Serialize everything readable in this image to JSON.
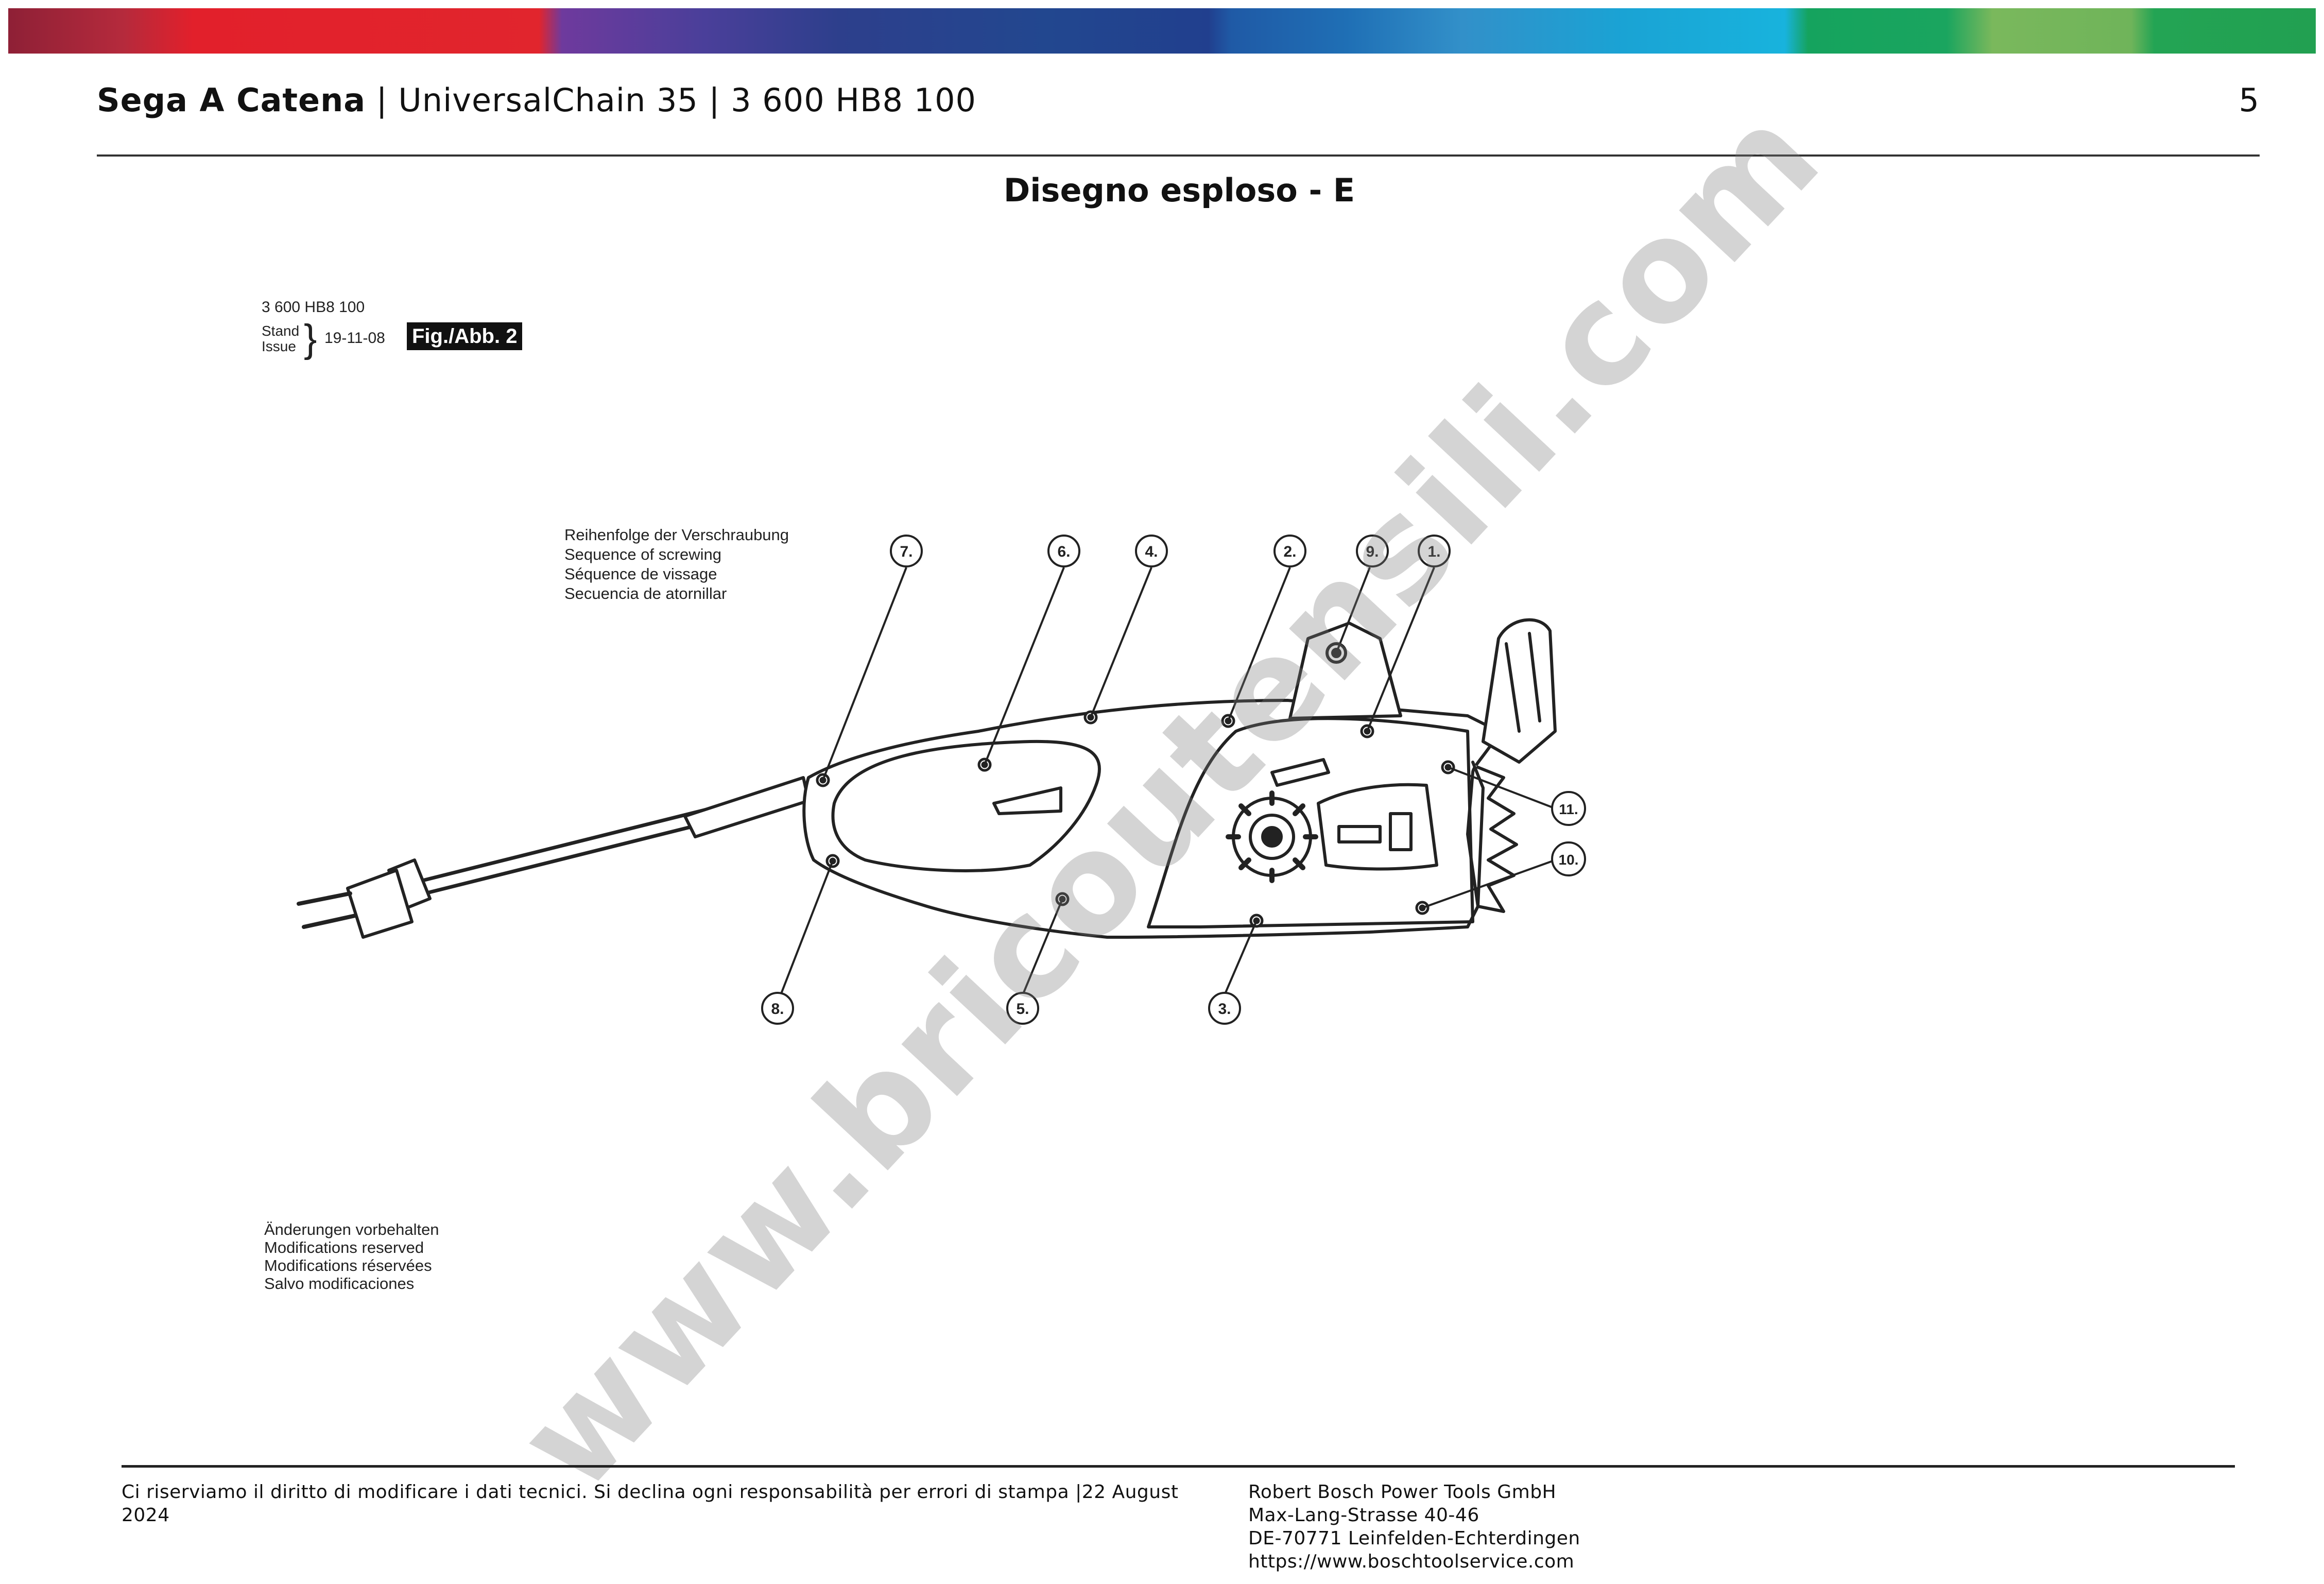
{
  "colors": {
    "accent_red": "#e2202b",
    "accent_purple": "#6e3a9d",
    "accent_blue": "#213f8e",
    "accent_cyan": "#18b3dd",
    "accent_green": "#22a051"
  },
  "header": {
    "brand": "Sega A Catena",
    "sep1": " | ",
    "model": "UniversalChain 35",
    "sep2": " | ",
    "part_number": "3 600 HB8 100",
    "page_number": "5"
  },
  "section_title": "Disegno esploso - E",
  "figure": {
    "part_number": "3 600 HB8 100",
    "stand": "Stand",
    "issue": "Issue",
    "date": "19-11-08",
    "label": "Fig./Abb. 2"
  },
  "sequence_note": [
    "Reihenfolge der Verschraubung",
    "Sequence of screwing",
    "Séquence de vissage",
    "Secuencia de atornillar"
  ],
  "callouts": [
    "1.",
    "2.",
    "3.",
    "4.",
    "5.",
    "6.",
    "7.",
    "8.",
    "9.",
    "10.",
    "11."
  ],
  "modifications_note": [
    "Änderungen vorbehalten",
    "Modifications reserved",
    "Modifications réservées",
    "Salvo modificaciones"
  ],
  "watermark": "www.bricoutensili.com",
  "footer": {
    "disclaimer": "Ci riserviamo il diritto di modificare i dati tecnici. Si declina ogni responsabilità per errori di stampa |22 August 2024",
    "company": "Robert Bosch Power Tools GmbH",
    "street": "Max-Lang-Strasse 40-46",
    "city": "DE-70771 Leinfelden-Echterdingen",
    "website": "https://www.boschtoolservice.com"
  }
}
